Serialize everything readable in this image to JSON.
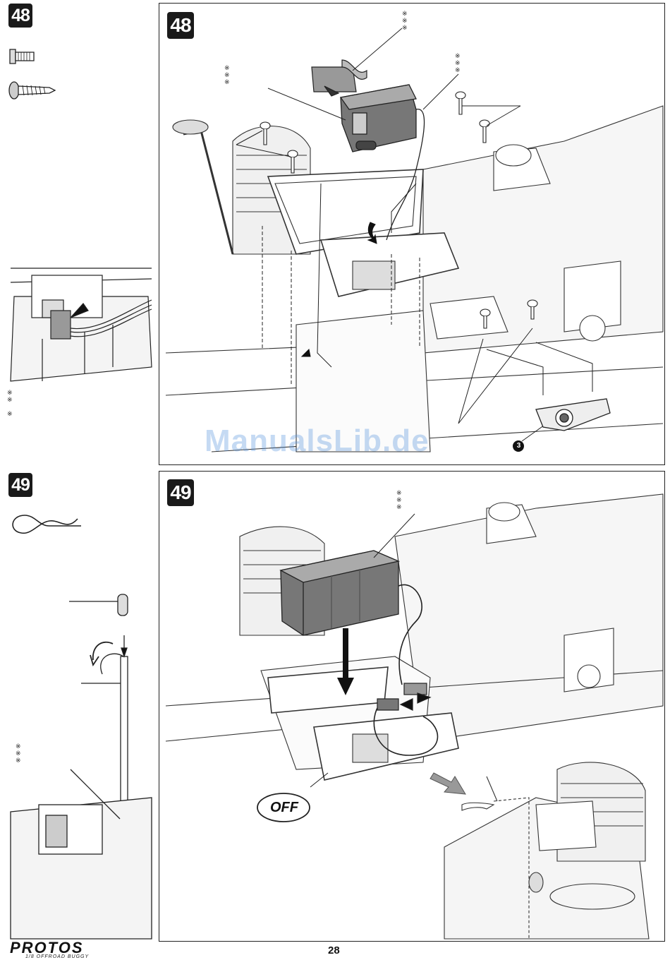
{
  "steps": {
    "step48": {
      "number": "48",
      "badge_label": "48",
      "panel_label": "48"
    },
    "step49": {
      "number": "49",
      "badge_label": "49",
      "panel_label": "49"
    }
  },
  "annotations": {
    "asterisks_48_top": "※\n※\n※",
    "asterisks_48_left": "※\n※\n※",
    "asterisks_48_mid": "※\n※\n※",
    "asterisks_48_side": "※\n※\n\n※",
    "asterisks_49_top": "※\n※\n※",
    "asterisks_49_side": "※\n※\n※",
    "part_number": "3"
  },
  "switch_label": "OFF",
  "watermark": "ManualsLib.de",
  "page_number": "28",
  "brand": {
    "name": "PROTOS",
    "subtitle": "1/8 OFFROAD BUGGY"
  }
}
